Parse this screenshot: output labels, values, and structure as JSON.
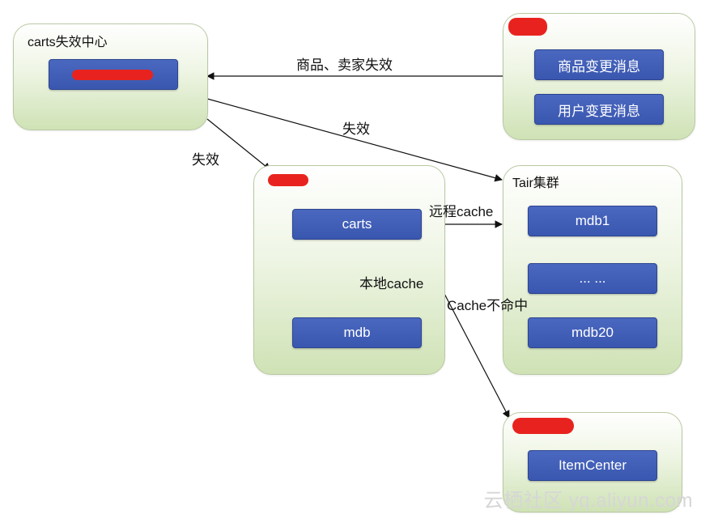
{
  "groups": {
    "invalidation_center": {
      "title": "carts失效中心"
    },
    "message_source": {
      "messages": [
        "商品变更消息",
        "用户变更消息"
      ]
    },
    "carts_app": {
      "carts_label": "carts",
      "mdb_label": "mdb"
    },
    "tair_cluster": {
      "title": "Tair集群",
      "nodes": [
        "mdb1",
        "... ...",
        "mdb20"
      ]
    },
    "item_center": {
      "label": "ItemCenter"
    }
  },
  "edges": {
    "item_seller_invalid": "商品、卖家失效",
    "invalid_to_tair": "失效",
    "invalid_to_carts": "失效",
    "remote_cache": "远程cache",
    "local_cache": "本地cache",
    "cache_miss": "Cache不命中"
  },
  "watermark": "云栖社区 yq.aliyun.com"
}
